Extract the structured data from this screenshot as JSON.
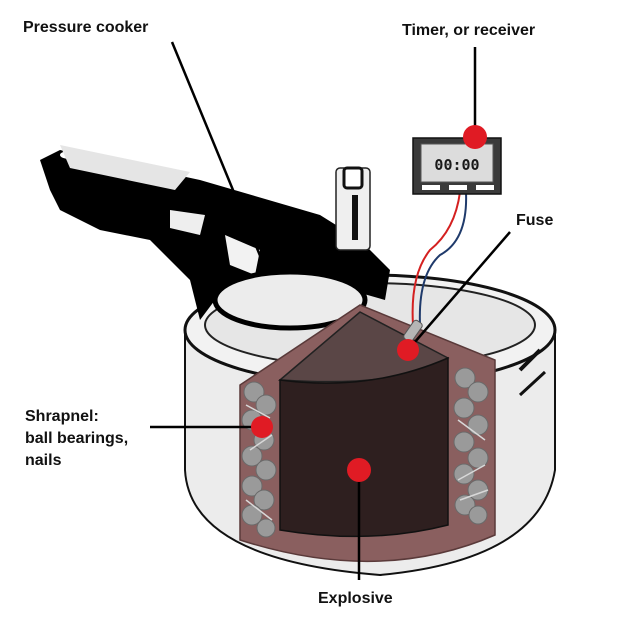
{
  "diagram": {
    "title": "Pressure cooker bomb diagram",
    "labels": {
      "pressure_cooker": "Pressure cooker",
      "timer": "Timer, or receiver",
      "fuse": "Fuse",
      "shrapnel_line1": "Shrapnel:",
      "shrapnel_line2": "ball bearings,",
      "shrapnel_line3": "nails",
      "explosive": "Explosive"
    },
    "timer_display": "00:00",
    "colors": {
      "marker": "#e01b24",
      "explosive_core": "#2e1f1f",
      "explosive_top": "#5a4646",
      "shrapnel_layer": "#8a5f5f",
      "cooker_body": "#ececec",
      "handle": "#000000",
      "wire_red": "#d42020",
      "wire_blue": "#1f3a6b"
    }
  }
}
